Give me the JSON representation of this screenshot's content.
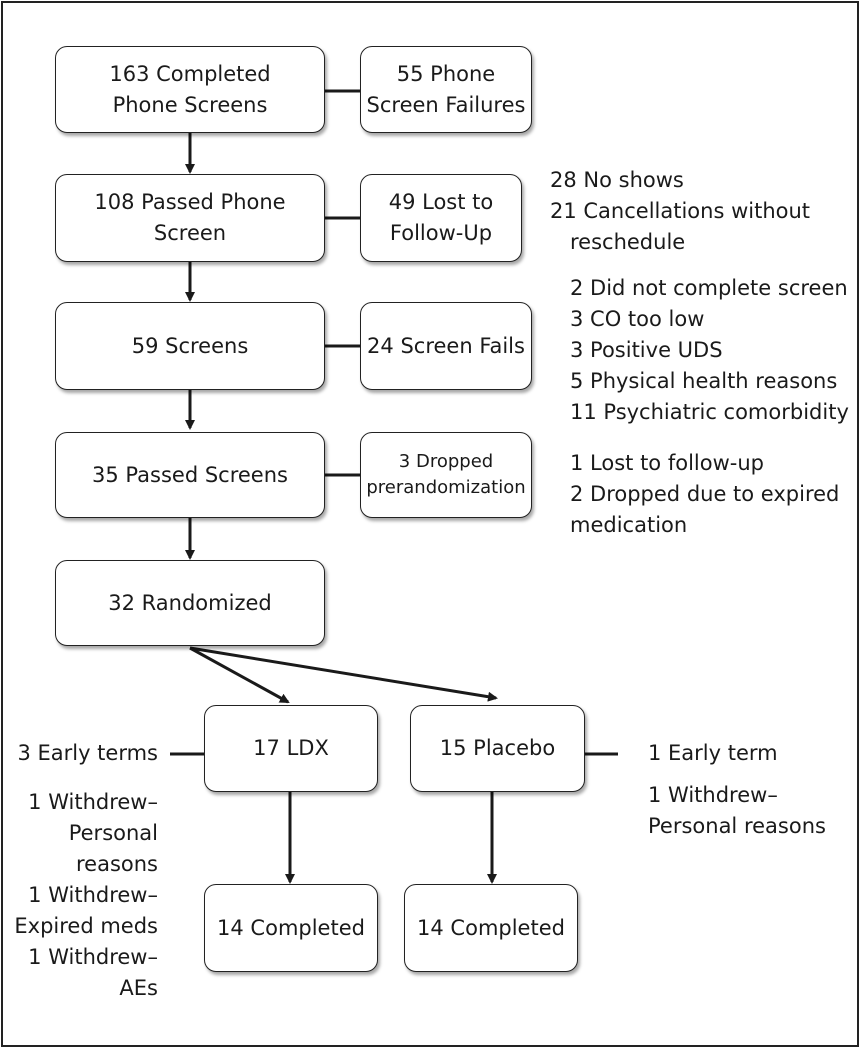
{
  "boxes": {
    "completed_phone_screens": "163 Completed Phone Screens",
    "phone_screen_failures": "55 Phone Screen Failures",
    "passed_phone_screen": "108 Passed Phone Screen",
    "lost_to_follow_up": "49 Lost to Follow-Up",
    "screens": "59 Screens",
    "screen_fails": "24 Screen Fails",
    "passed_screens": "35 Passed Screens",
    "dropped_prerandomization": "3 Dropped prerandomization",
    "randomized": "32 Randomized",
    "ldx": "17 LDX",
    "placebo": "15 Placebo",
    "ldx_completed": "14 Completed",
    "placebo_completed": "14 Completed"
  },
  "notes": {
    "lost_followup": [
      "28 No shows",
      "21 Cancellations without",
      "reschedule"
    ],
    "screen_fails": [
      "2 Did not complete screen",
      "3 CO too low",
      "3 Positive UDS",
      "5 Physical health reasons",
      "11 Psychiatric comorbidity"
    ],
    "dropped": [
      "1 Lost to follow-up",
      "2 Dropped due to expired",
      "medication"
    ],
    "ldx_terms": [
      "3 Early terms",
      "1 Withdrew–",
      "Personal",
      "reasons",
      "1 Withdrew–",
      "Expired meds",
      "1 Withdrew–",
      "AEs"
    ],
    "placebo_terms": [
      "1 Early term",
      "1 Withdrew–",
      "Personal reasons"
    ]
  }
}
